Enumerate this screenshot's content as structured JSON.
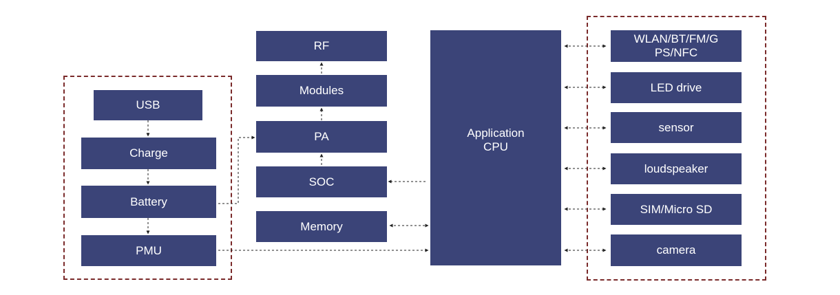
{
  "blocks": {
    "usb": "USB",
    "charge": "Charge",
    "battery": "Battery",
    "pmu": "PMU",
    "rf": "RF",
    "modules": "Modules",
    "pa": "PA",
    "soc": "SOC",
    "memory": "Memory",
    "cpu_line1": "Application",
    "cpu_line2": "CPU",
    "wlan_line1": "WLAN/BT/FM/G",
    "wlan_line2": "PS/NFC",
    "led": "LED drive",
    "sensor": "sensor",
    "loudspeaker": "loudspeaker",
    "sim": "SIM/Micro SD",
    "camera": "camera"
  },
  "colors": {
    "block_fill": "#3b4478",
    "block_text": "#ffffff",
    "group_border": "#7a2a2a",
    "arrow": "#222222"
  }
}
